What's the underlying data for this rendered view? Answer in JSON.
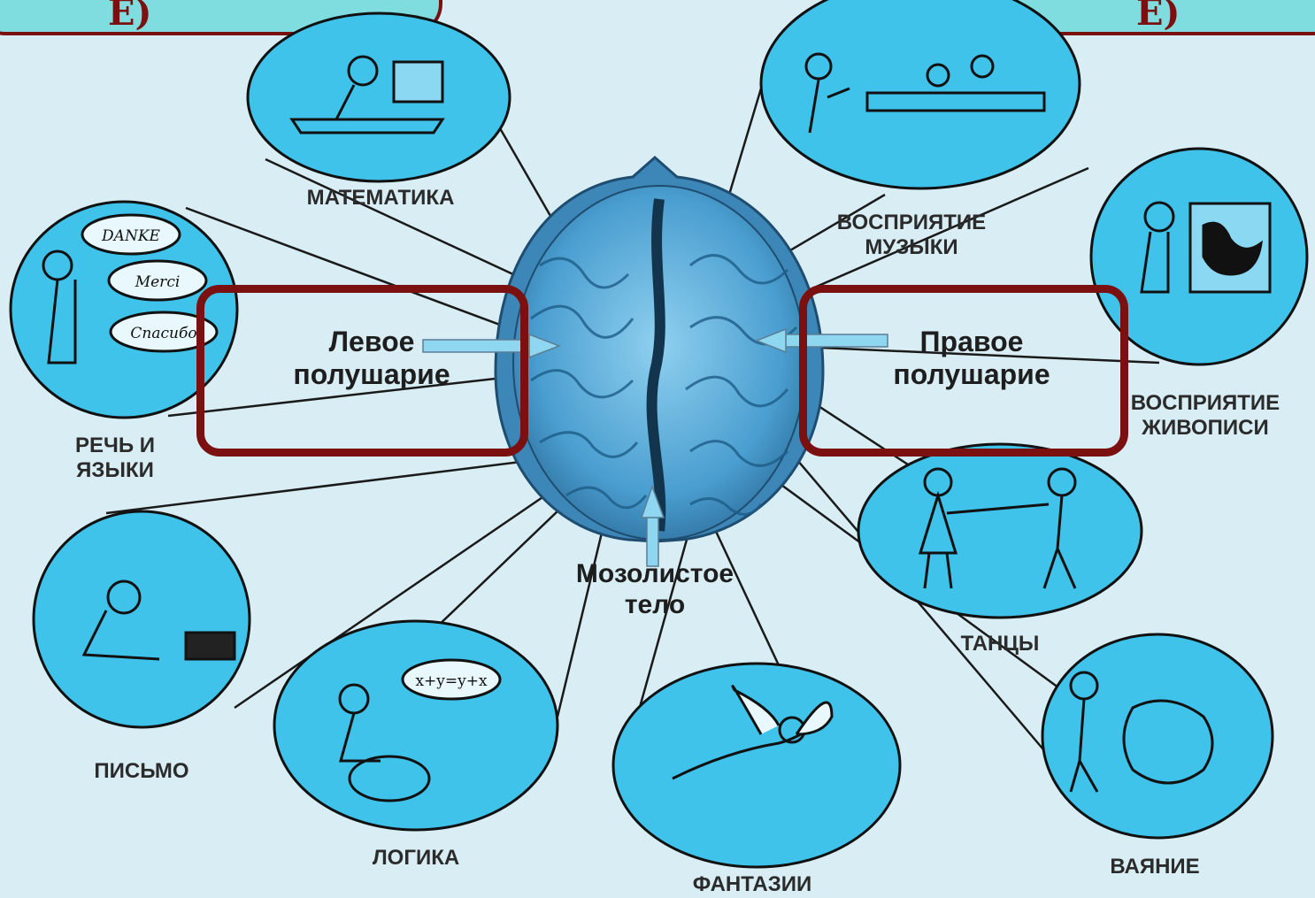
{
  "tabs": {
    "left_letter": "Е)",
    "right_letter": "Е)"
  },
  "hemispheres": {
    "left": [
      "Левое",
      "полушарие"
    ],
    "right": [
      "Правое",
      "полушарие"
    ]
  },
  "corpus_callosum": [
    "Мозолистое",
    "тело"
  ],
  "functions": {
    "math": "МАТЕМАТИКА",
    "music": [
      "ВОСПРИЯТИЕ",
      "МУЗЫКИ"
    ],
    "painting": [
      "ВОСПРИЯТИЕ",
      "ЖИВОПИСИ"
    ],
    "speech": [
      "РЕЧЬ И",
      "ЯЗЫКИ"
    ],
    "writing": "ПИСЬМО",
    "logic": "ЛОГИКА",
    "fantasy": "ФАНТАЗИИ",
    "dance": "ТАНЦЫ",
    "sculpture": "ВАЯНИЕ"
  },
  "bubble_text": {
    "danke": "DANKE",
    "merci": "Merci",
    "spasibo": "Спасибо",
    "formula": "x+y=y+x"
  },
  "colors": {
    "background": "#d9eef4",
    "bubble": "#3fc3ea",
    "brain": "#3e8fc0",
    "frame": "#7a1010",
    "tab": "#7fdde0"
  }
}
